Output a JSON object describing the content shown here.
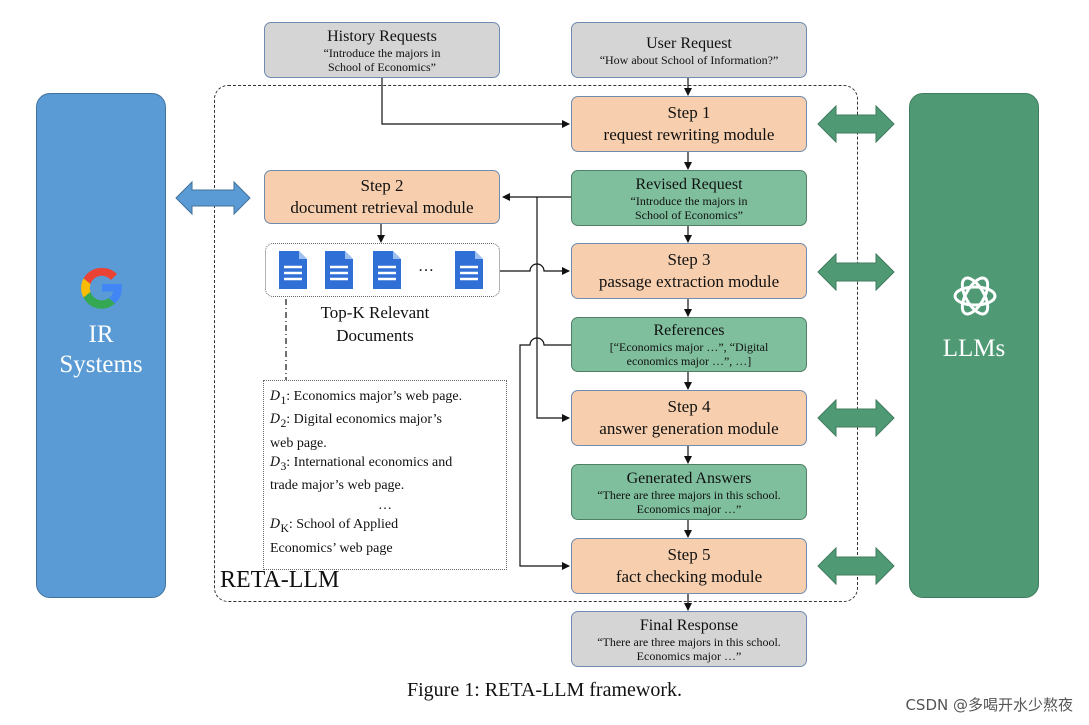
{
  "ir": {
    "label_line1": "IR",
    "label_line2": "Systems",
    "color": "#5b9bd5"
  },
  "llms": {
    "label": "LLMs",
    "color": "#4f9a75"
  },
  "history": {
    "title": "History Requests",
    "quote_line1": "“Introduce the majors in",
    "quote_line2": "School of Economics”"
  },
  "user_request": {
    "title": "User Request",
    "quote": "“How about School of Information?”"
  },
  "step1": {
    "title": "Step 1",
    "module": "request rewriting module"
  },
  "step2": {
    "title": "Step 2",
    "module": "document retrieval module"
  },
  "revised": {
    "title": "Revised Request",
    "quote_line1": "“Introduce the majors in",
    "quote_line2": "School of Economics”"
  },
  "step3": {
    "title": "Step 3",
    "module": "passage extraction module"
  },
  "docs_ellipsis": "…",
  "topk": {
    "line1": "Top-K Relevant",
    "line2": "Documents"
  },
  "references": {
    "title": "References",
    "line1": "[“Economics major …”, “Digital",
    "line2": "economics major …”, …]"
  },
  "step4": {
    "title": "Step 4",
    "module": "answer generation module"
  },
  "generated": {
    "title": "Generated Answers",
    "line1": "“There are three majors in this school.",
    "line2": "Economics major …”"
  },
  "step5": {
    "title": "Step 5",
    "module": "fact checking module"
  },
  "final": {
    "title": "Final Response",
    "line1": "“There are three majors in this school.",
    "line2": "Economics major …”"
  },
  "framework_label": "RETA-LLM",
  "notes": {
    "d1_sub": "1",
    "d1_text": ": Economics major’s web page.",
    "d2_sub": "2",
    "d2_text": ": Digital economics major’s",
    "d2_text2": "web page.",
    "d3_sub": "3",
    "d3_text": ": International economics and",
    "d3_text2": "trade major’s web page.",
    "dots": "…",
    "dk_sub": "K",
    "dk_text": ": School of Applied",
    "dk_text2": "Economics’ web page",
    "d_symbol": "D"
  },
  "caption": "Figure 1: RETA-LLM framework.",
  "watermark": "CSDN @多喝开水少熬夜",
  "icons": {
    "search_logo": "google-g-icon",
    "llm_logo": "openai-knot-icon",
    "doc": "document-icon"
  }
}
